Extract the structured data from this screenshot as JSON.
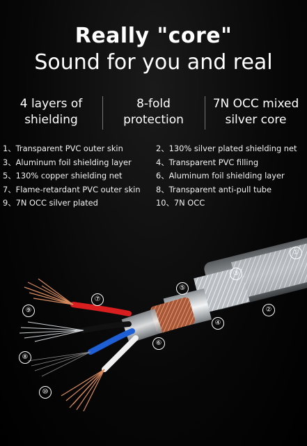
{
  "heading": {
    "line1": "Really \"core\"",
    "line2": "Sound for you and real"
  },
  "features": [
    {
      "line1": "4 layers of",
      "line2": "shielding"
    },
    {
      "line1": "8-fold",
      "line2": "protection"
    },
    {
      "line1": "7N OCC mixed",
      "line2": "silver core"
    }
  ],
  "layers": [
    [
      "1、Transparent PVC outer skin",
      "2、130% silver plated shielding net"
    ],
    [
      "3、Aluminum foil shielding layer",
      "4、Transparent PVC filling"
    ],
    [
      "5、130% copper shielding net",
      "6、Aluminum foil shielding layer"
    ],
    [
      "7、Flame-retardant PVC outer skin",
      "8、Transparent anti-pull tube"
    ],
    [
      "9、7N OCC silver plated",
      "10、7N OCC"
    ]
  ],
  "markers": [
    "①",
    "②",
    "③",
    "④",
    "⑤",
    "⑥",
    "⑦",
    "⑧",
    "⑨",
    "⑩"
  ],
  "colors": {
    "background": "#050505",
    "text": "#ffffff",
    "divider": "#777777",
    "red_wire": "#d81e1e",
    "blue_wire": "#1f5fd6",
    "copper": "#d98c5f",
    "silver": "#cfd3d6"
  }
}
